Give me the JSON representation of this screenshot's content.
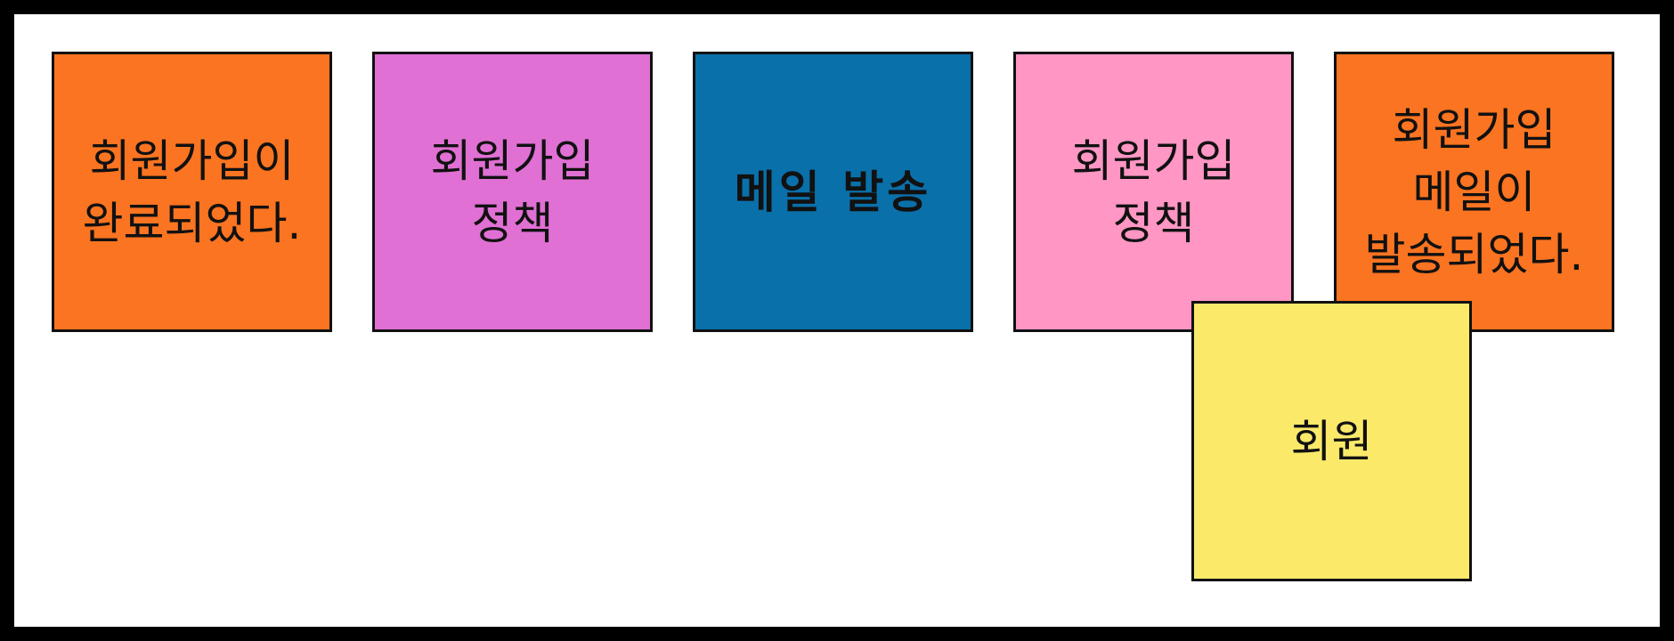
{
  "board": {
    "notes": [
      {
        "id": "n1",
        "text": "회원가입이\n완료되었다.",
        "color": "#fa7421",
        "kind": "event"
      },
      {
        "id": "n2",
        "text": "회원가입\n정책",
        "color": "#e070d4",
        "kind": "policy"
      },
      {
        "id": "n3",
        "text": "메일 발송",
        "color": "#0a70aa",
        "kind": "command"
      },
      {
        "id": "n4",
        "text": "회원가입\n정책",
        "color": "#ff96c4",
        "kind": "policy"
      },
      {
        "id": "n5",
        "text": "회원가입\n메일이\n발송되었다.",
        "color": "#fa7421",
        "kind": "event"
      },
      {
        "id": "n6",
        "text": "회원",
        "color": "#fbe96a",
        "kind": "aggregate"
      }
    ]
  }
}
